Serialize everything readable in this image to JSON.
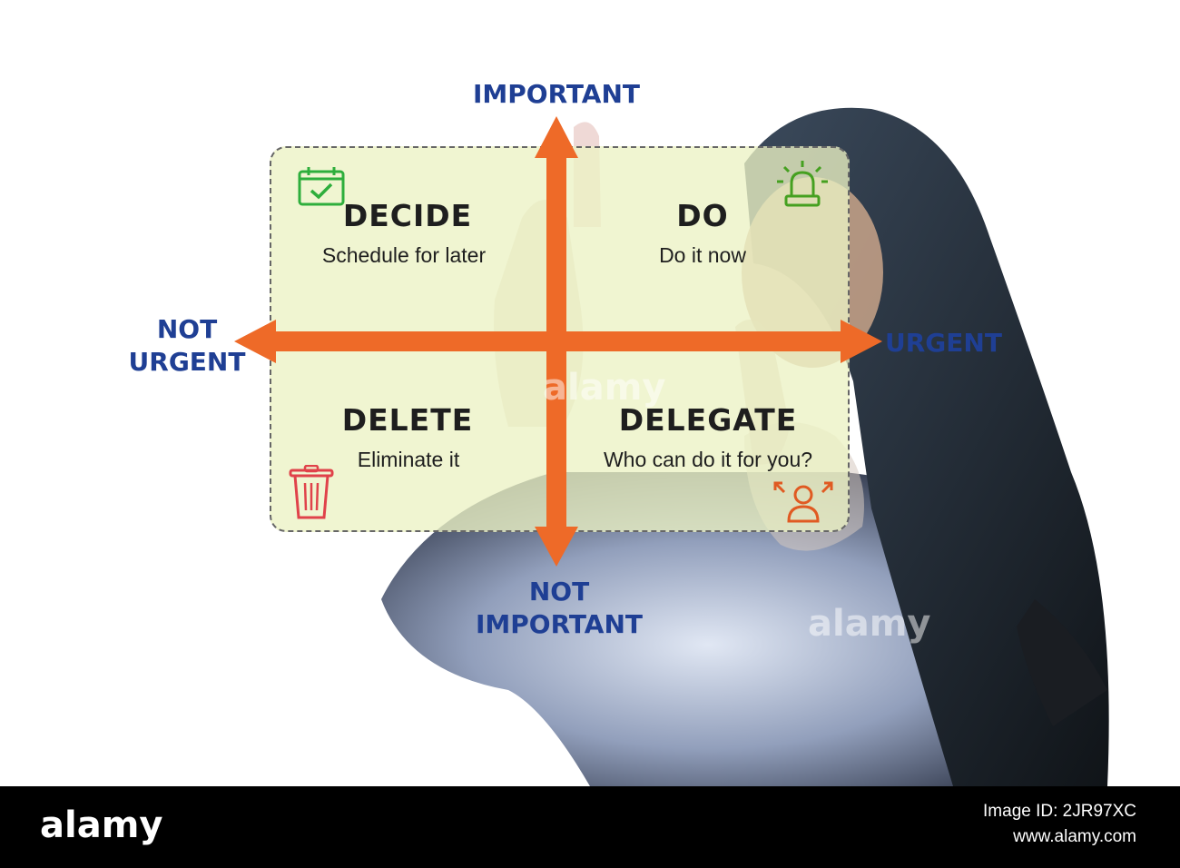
{
  "axes": {
    "top": "IMPORTANT",
    "bottom_line1": "NOT",
    "bottom_line2": "IMPORTANT",
    "left_line1": "NOT",
    "left_line2": "URGENT",
    "right": "URGENT"
  },
  "quadrants": {
    "decide": {
      "title": "DECIDE",
      "subtitle": "Schedule for later",
      "icon": "calendar-check-icon",
      "icon_color": "#2eae3c"
    },
    "do": {
      "title": "DO",
      "subtitle": "Do it now",
      "icon": "siren-alarm-icon",
      "icon_color": "#45a020"
    },
    "delete": {
      "title": "DELETE",
      "subtitle": "Eliminate it",
      "icon": "trash-icon",
      "icon_color": "#e0424a"
    },
    "delegate": {
      "title": "DELEGATE",
      "subtitle": "Who can do it for you?",
      "icon": "delegate-person-icon",
      "icon_color": "#e05a22"
    }
  },
  "colors": {
    "arrow": "#ee6a28",
    "axis_text": "#1f3f94",
    "panel_fill": "#ecf2c4",
    "panel_border": "#666666"
  },
  "watermark": "alamy",
  "footer": {
    "brand": "alamy",
    "image_id": "Image ID: 2JR97XC",
    "url": "www.alamy.com"
  }
}
